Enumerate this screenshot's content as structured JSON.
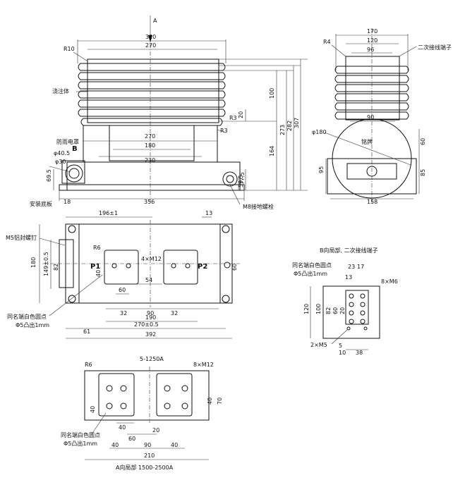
{
  "front_view": {
    "view_marker": "A",
    "dims": {
      "overall_width": "320",
      "top_width": "270",
      "r10": "R10",
      "r3a": "R3",
      "r3b": "R3",
      "mid_270": "270",
      "mid_180": "180",
      "mid_230": "230",
      "bottom_356": "356",
      "bottom_18": "18",
      "h100": "100",
      "h20": "20",
      "h164": "164",
      "h273": "273",
      "h282": "282",
      "h307": "307",
      "d40_5": "φ40.5",
      "d30": "φ30",
      "h69_5": "69.5",
      "h77_5": "77.5",
      "h59_5": "59.5",
      "marker_b": "B"
    },
    "labels": {
      "cast_body": "浇注体",
      "rain_cover": "防雨电罩",
      "mount_plate": "安装底板",
      "ground_bolt": "M8接地螺栓"
    }
  },
  "side_view": {
    "dims": {
      "r4": "R4",
      "w170": "170",
      "w120": "120",
      "w96": "96",
      "w90": "90",
      "d180": "φ180",
      "h60": "60",
      "h95": "95",
      "h85": "85",
      "w158": "158"
    },
    "labels": {
      "secondary_terminal": "二次接线端子",
      "nameplate": "铭牌"
    }
  },
  "top_view": {
    "dims": {
      "d196": "196±1",
      "d13": "13",
      "d180": "180",
      "d149": "149±0.5",
      "d82": "82",
      "d40": "40",
      "d60": "60",
      "d54": "54",
      "d32a": "32",
      "d90": "90",
      "d32b": "32",
      "d190": "190",
      "d270": "270±0.5",
      "d61": "61",
      "d392": "392",
      "r6": "R6",
      "m12": "4×M12",
      "p1": "P1",
      "p2": "P2",
      "d60v": "60"
    },
    "labels": {
      "nameplate_rivet": "M5铝封螺钉",
      "white_dot": "同名端白色圆点",
      "white_dot_size": "Φ5凸出1mm"
    }
  },
  "b_view": {
    "title": "B向局部, 二次接线端子",
    "dims": {
      "d23": "23",
      "d17": "17",
      "d13": "13",
      "m6": "8×M6",
      "d120": "120",
      "d100": "100",
      "d82": "82",
      "d60": "60",
      "d20": "20",
      "m5": "2×M5",
      "d5": "5",
      "d10": "10",
      "d38": "38"
    },
    "labels": {
      "white_dot": "同名端白色圆点",
      "white_dot_size": "Φ5凸出1mm"
    }
  },
  "a_view": {
    "top_label": "5-1250A",
    "title": "A向局部 1500-2500A",
    "dims": {
      "r6": "R6",
      "m12": "8×M12",
      "d40a": "40",
      "d40b": "40",
      "d70": "70",
      "d40c": "40",
      "d60": "60",
      "d20": "20",
      "d40d": "40",
      "d90": "90",
      "d40e": "40",
      "d210": "210"
    },
    "labels": {
      "white_dot": "同名端白色圆点",
      "white_dot_size": "Φ5凸出1mm"
    }
  }
}
